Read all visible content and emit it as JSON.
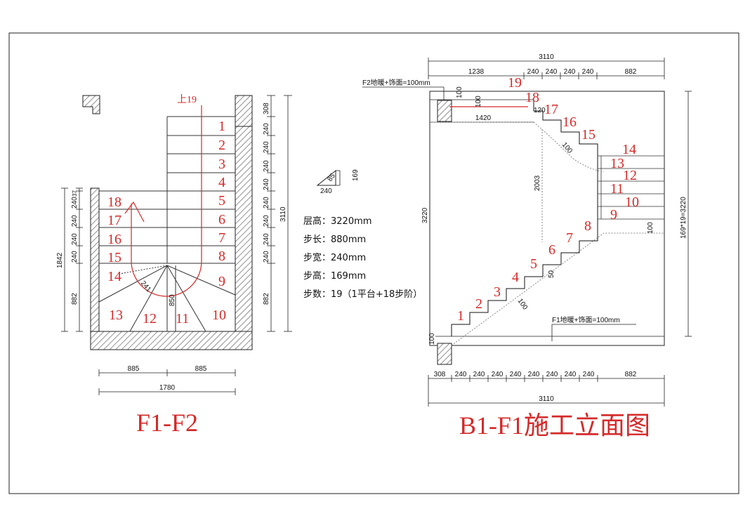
{
  "plan": {
    "up_label": "上19",
    "steps": [
      "1",
      "2",
      "3",
      "4",
      "5",
      "6",
      "7",
      "8",
      "9",
      "10",
      "11",
      "12",
      "13",
      "14",
      "15",
      "16",
      "17",
      "18"
    ],
    "dims_right": [
      "308",
      "240",
      "240",
      "240",
      "240",
      "240",
      "240",
      "240",
      "240",
      "882"
    ],
    "dim_right_total": "3110",
    "dims_left": [
      "37",
      "240",
      "240",
      "240",
      "240",
      "882"
    ],
    "dim_left_total": "1842",
    "dim_bottom_a": "885",
    "dim_bottom_b": "885",
    "dim_bottom_total": "1780",
    "dim_diag": "241",
    "dim_inner": "850",
    "title": "F1-F2"
  },
  "legend": {
    "tri_h": "169",
    "tri_w": "240",
    "tri_slope": "85"
  },
  "notes": [
    "层高：3220mm",
    "步长：880mm",
    "步宽：240mm",
    "步高：169mm",
    "步数：19（1平台+18步阶）"
  ],
  "elevation": {
    "top_total": "3110",
    "top_dims": [
      "1238",
      "240",
      "240",
      "240",
      "240",
      "882"
    ],
    "f2_label": "F2地暖+饰面=100mm",
    "f1_label": "F1地暖+饰面=100mm",
    "dim_100_a": "100",
    "dim_100_b": "100",
    "dim_120": "120",
    "dim_1420": "1420",
    "dim_100_c": "100",
    "dim_2003": "2003",
    "dim_3220": "3220",
    "dim_100_d": "100",
    "dim_50": "50",
    "dim_100_e": "100",
    "dim_100_f": "100",
    "dim_right_total": "169*19=3220",
    "bottom_dims": [
      "308",
      "240",
      "240",
      "240",
      "240",
      "240",
      "240",
      "240",
      "240",
      "882"
    ],
    "bottom_total": "3110",
    "steps": [
      "1",
      "2",
      "3",
      "4",
      "5",
      "6",
      "7",
      "8",
      "9",
      "10",
      "11",
      "12",
      "13",
      "14",
      "15",
      "16",
      "17",
      "18",
      "19"
    ],
    "title": "B1-F1施工立面图"
  },
  "colors": {
    "accent": "#d42a2a",
    "line": "#111111",
    "hatch": "#777777"
  }
}
